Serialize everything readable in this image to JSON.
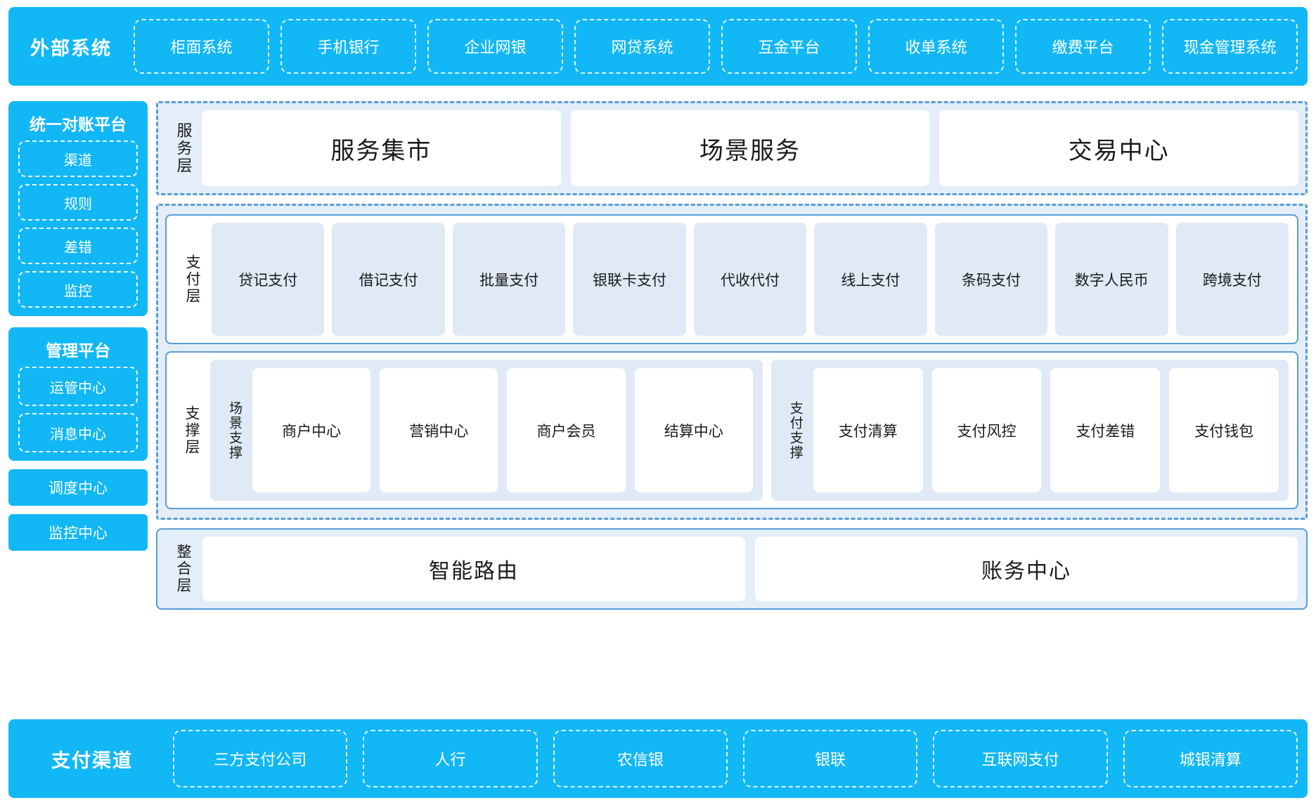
{
  "external_systems": {
    "title": "外部系统",
    "items": [
      "柜面系统",
      "手机银行",
      "企业网银",
      "网贷系统",
      "互金平台",
      "收单系统",
      "缴费平台",
      "现金管理系统"
    ]
  },
  "sidebar": {
    "reconcile_platform": {
      "title": "统一对账平台",
      "items": [
        "渠道",
        "规则",
        "差错",
        "监控"
      ]
    },
    "management_platform": {
      "title": "管理平台",
      "items": [
        "运管中心",
        "消息中心"
      ]
    },
    "standalone": [
      "调度中心",
      "监控中心"
    ]
  },
  "service_layer": {
    "label": "服务层",
    "cards": [
      "服务集市",
      "场景服务",
      "交易中心"
    ]
  },
  "payment_layer": {
    "label": "支付层",
    "tiles": [
      "贷记支付",
      "借记支付",
      "批量支付",
      "银联卡支付",
      "代收代付",
      "线上支付",
      "条码支付",
      "数字人民币",
      "跨境支付"
    ]
  },
  "support_layer": {
    "label": "支撑层",
    "groups": [
      {
        "label": "场景支撑",
        "tiles": [
          "商户中心",
          "营销中心",
          "商户会员",
          "结算中心"
        ]
      },
      {
        "label": "支付支撑",
        "tiles": [
          "支付清算",
          "支付风控",
          "支付差错",
          "支付钱包"
        ]
      }
    ]
  },
  "integration_layer": {
    "label": "整合层",
    "cards": [
      "智能路由",
      "账务中心"
    ]
  },
  "payment_channels": {
    "title": "支付渠道",
    "items": [
      "三方支付公司",
      "人行",
      "农信银",
      "银联",
      "互联网支付",
      "城银清算"
    ]
  },
  "colors": {
    "cyan": "#12b7f5",
    "dashed_blue": "#5b9bd5",
    "light_blue_bg": "#e3eef9",
    "tile_blue": "#e0eaf6",
    "white": "#ffffff"
  }
}
